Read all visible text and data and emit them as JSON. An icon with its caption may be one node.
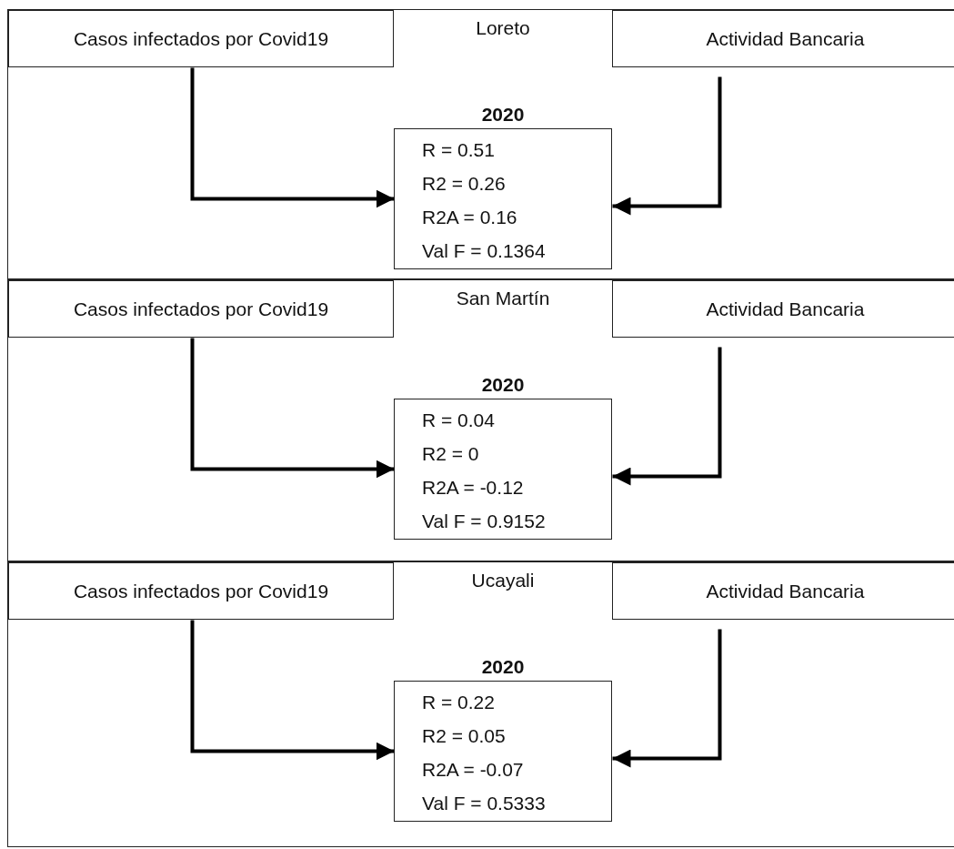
{
  "diagram": {
    "nodes": [
      {
        "text": [
          "Loreto"
        ]
      },
      {
        "text": [
          "Casos infectados por Covid19"
        ],
        "in": 0
      },
      {
        "text": [
          "Actividad Bancaria"
        ],
        "in": 0
      },
      {
        "text": [
          "2020",
          "R = 0.51",
          "R2 = 0.26",
          "R2A = 0.16",
          "Val F = 0.1364"
        ],
        "in": 0
      },
      {
        "text": [
          "San Martín"
        ]
      },
      {
        "text": [
          "Casos infectados por Covid19"
        ],
        "in": 4
      },
      {
        "text": [
          "Actividad Bancaria"
        ],
        "in": 4
      },
      {
        "text": [
          "2020",
          "R = 0.04",
          "R2 = 0",
          "R2A = -0.12",
          "Val F = 0.9152"
        ],
        "in": 4
      },
      {
        "text": [
          "Ucayali"
        ]
      },
      {
        "text": [
          "Casos infectados por Covid19"
        ],
        "in": 8
      },
      {
        "text": [
          "Actividad Bancaria"
        ],
        "in": 8
      },
      {
        "text": [
          "2020",
          "R = 0.22",
          "R2 = 0.05",
          "R2A = -0.07",
          "Val F = 0.5333"
        ],
        "in": 8
      }
    ],
    "edges": [
      {
        "from": 1,
        "to": 3,
        "arrow": "to"
      },
      {
        "from": 2,
        "to": 3,
        "arrow": "to"
      },
      {
        "from": 5,
        "to": 7,
        "arrow": "to"
      },
      {
        "from": 6,
        "to": 7,
        "arrow": "to"
      },
      {
        "from": 9,
        "to": 11,
        "arrow": "to"
      },
      {
        "from": 10,
        "to": 11,
        "arrow": "to"
      }
    ]
  }
}
